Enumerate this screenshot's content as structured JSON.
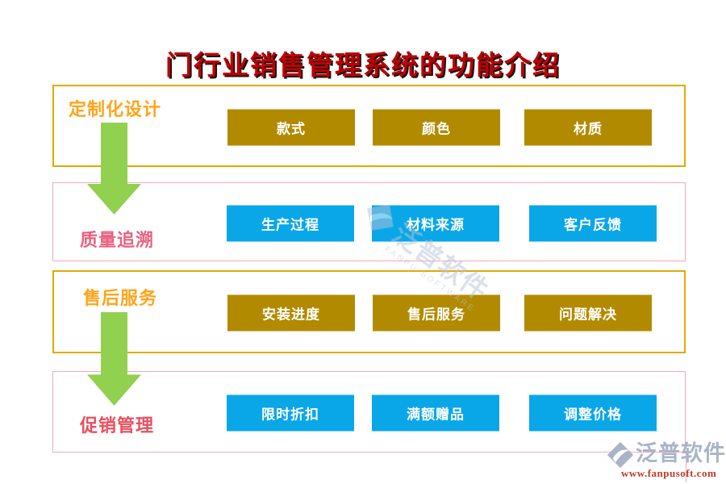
{
  "page": {
    "title": "门行业销售管理系统的功能介绍"
  },
  "sections": [
    {
      "label": "定制化设计",
      "theme": "gold",
      "buttons": [
        "款式",
        "颜色",
        "材质"
      ]
    },
    {
      "label": "质量追溯",
      "theme": "pink",
      "buttons": [
        "生产过程",
        "材料来源",
        "客户反馈"
      ]
    },
    {
      "label": "售后服务",
      "theme": "gold",
      "buttons": [
        "安装进度",
        "售后服务",
        "问题解决"
      ]
    },
    {
      "label": "促销管理",
      "theme": "pink",
      "buttons": [
        "限时折扣",
        "满额赠品",
        "调整价格"
      ]
    }
  ],
  "watermark": {
    "brand": "泛普软件",
    "tagline": "FANPU SOFTWARE"
  },
  "footer_logo": {
    "brand": "泛普软件",
    "url": "www.fanpusoft.com"
  },
  "colors": {
    "title_red": "#bf0000",
    "gold_border": "#e2a900",
    "pink_border": "#f5a9bc",
    "gold_label": "#ffa41c",
    "pink_label": "#e9617f",
    "red_label": "#e94f5e",
    "gold_button": "#b28a00",
    "blue_button": "#09a7e8",
    "arrow_green": "#92d050",
    "watermark_gray": "#b9c4d8",
    "logo_gray": "#a9b4c7",
    "logo_url_red": "#c23a2b"
  }
}
